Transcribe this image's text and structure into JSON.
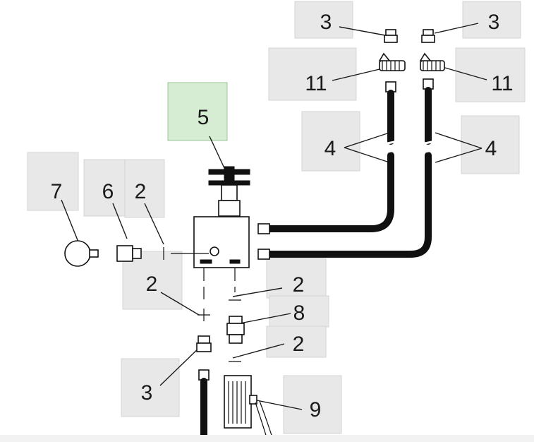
{
  "callouts": [
    {
      "id": "c3-top-left",
      "text": "3"
    },
    {
      "id": "c3-top-right",
      "text": "3"
    },
    {
      "id": "c11-left",
      "text": "11"
    },
    {
      "id": "c11-right",
      "text": "11"
    },
    {
      "id": "c5",
      "text": "5"
    },
    {
      "id": "c4-left",
      "text": "4"
    },
    {
      "id": "c4-right",
      "text": "4"
    },
    {
      "id": "c7",
      "text": "7"
    },
    {
      "id": "c6",
      "text": "6"
    },
    {
      "id": "c2-top",
      "text": "2"
    },
    {
      "id": "c2-left",
      "text": "2"
    },
    {
      "id": "c2-right-upper",
      "text": "2"
    },
    {
      "id": "c8",
      "text": "8"
    },
    {
      "id": "c2-right-lower",
      "text": "2"
    },
    {
      "id": "c3-bottom",
      "text": "3"
    },
    {
      "id": "c9",
      "text": "9"
    }
  ],
  "colors": {
    "label_box": "#e8e8e8",
    "label_box_highlight": "#d6ecd3",
    "line": "#111111"
  }
}
